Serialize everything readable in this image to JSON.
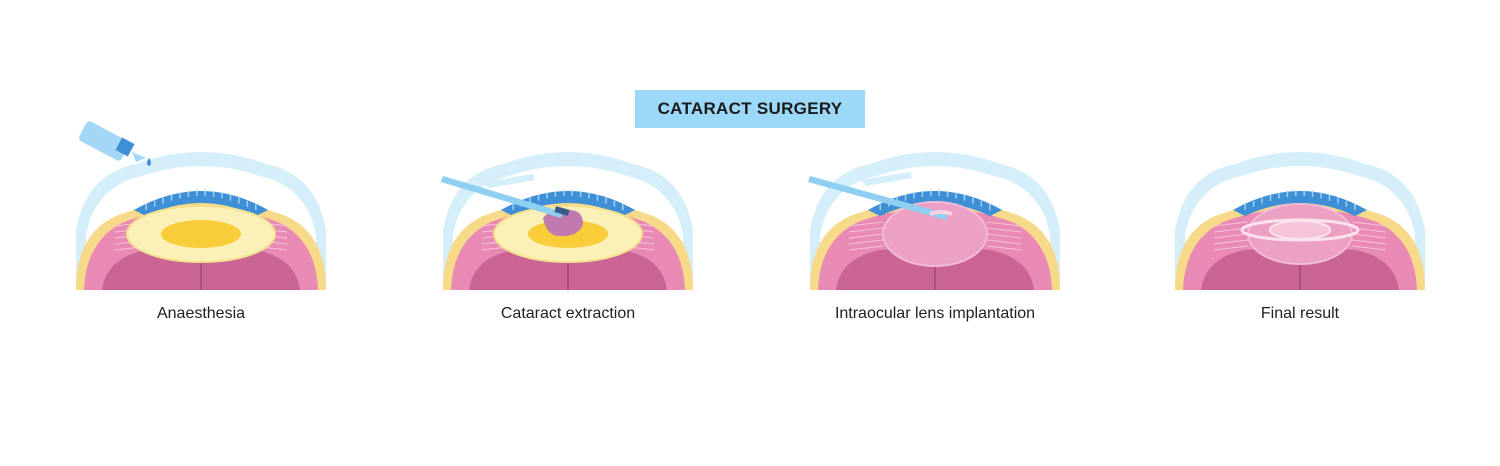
{
  "title": "CATARACT SURGERY",
  "stages": [
    {
      "caption": "Anaesthesia"
    },
    {
      "caption": "Cataract extraction"
    },
    {
      "caption": "Intraocular lens implantation"
    },
    {
      "caption": "Final result"
    }
  ],
  "colors": {
    "title_bg": "#9cd8f7",
    "cornea": "#d4eefa",
    "iris": "#3f8fd6",
    "sclera_pink": "#e98ab4",
    "muscle": "#c96495",
    "lens_cream": "#fbf0b8",
    "lens_yellow": "#f9cc3a"
  }
}
